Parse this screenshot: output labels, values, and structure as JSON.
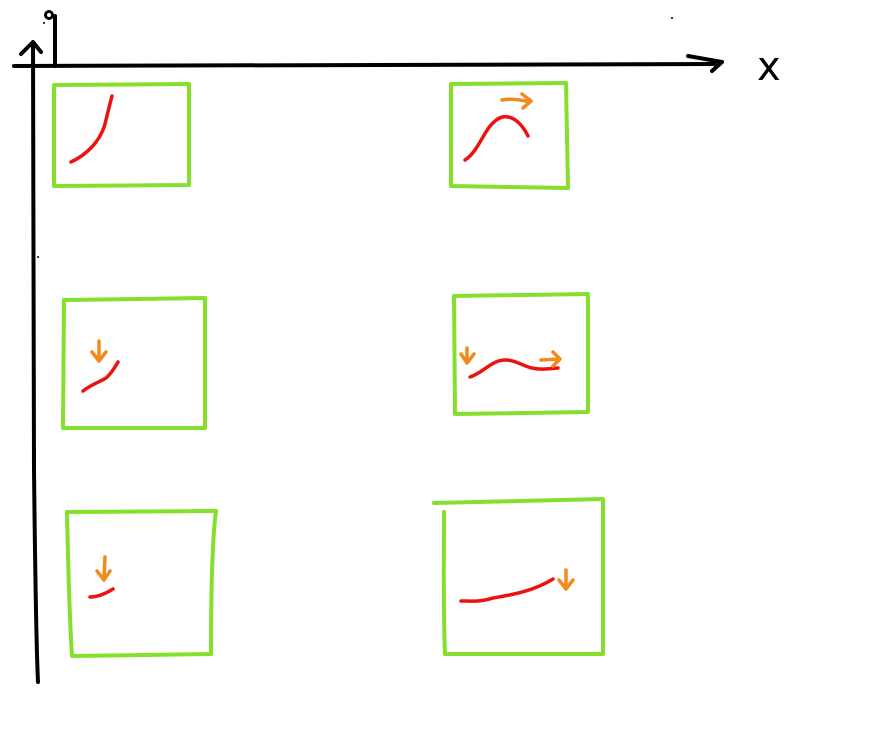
{
  "axis": {
    "x_label": "x",
    "y_label": ""
  },
  "colors": {
    "axes": "#000000",
    "boxes": "#84e02a",
    "curves": "#ee1111",
    "arrows": "#f28a1e",
    "background": "#ffffff"
  },
  "panels": [
    {
      "name": "panel-top-left",
      "curve": "rising-steep",
      "arrows": []
    },
    {
      "name": "panel-top-right",
      "curve": "hump",
      "arrows": [
        "right"
      ]
    },
    {
      "name": "panel-middle-left",
      "curve": "rising-short",
      "arrows": [
        "down"
      ]
    },
    {
      "name": "panel-middle-right",
      "curve": "wave",
      "arrows": [
        "down",
        "right"
      ]
    },
    {
      "name": "panel-bottom-left",
      "curve": "short-tick",
      "arrows": [
        "down"
      ]
    },
    {
      "name": "panel-bottom-right",
      "curve": "gentle-rise",
      "arrows": [
        "down"
      ]
    }
  ]
}
